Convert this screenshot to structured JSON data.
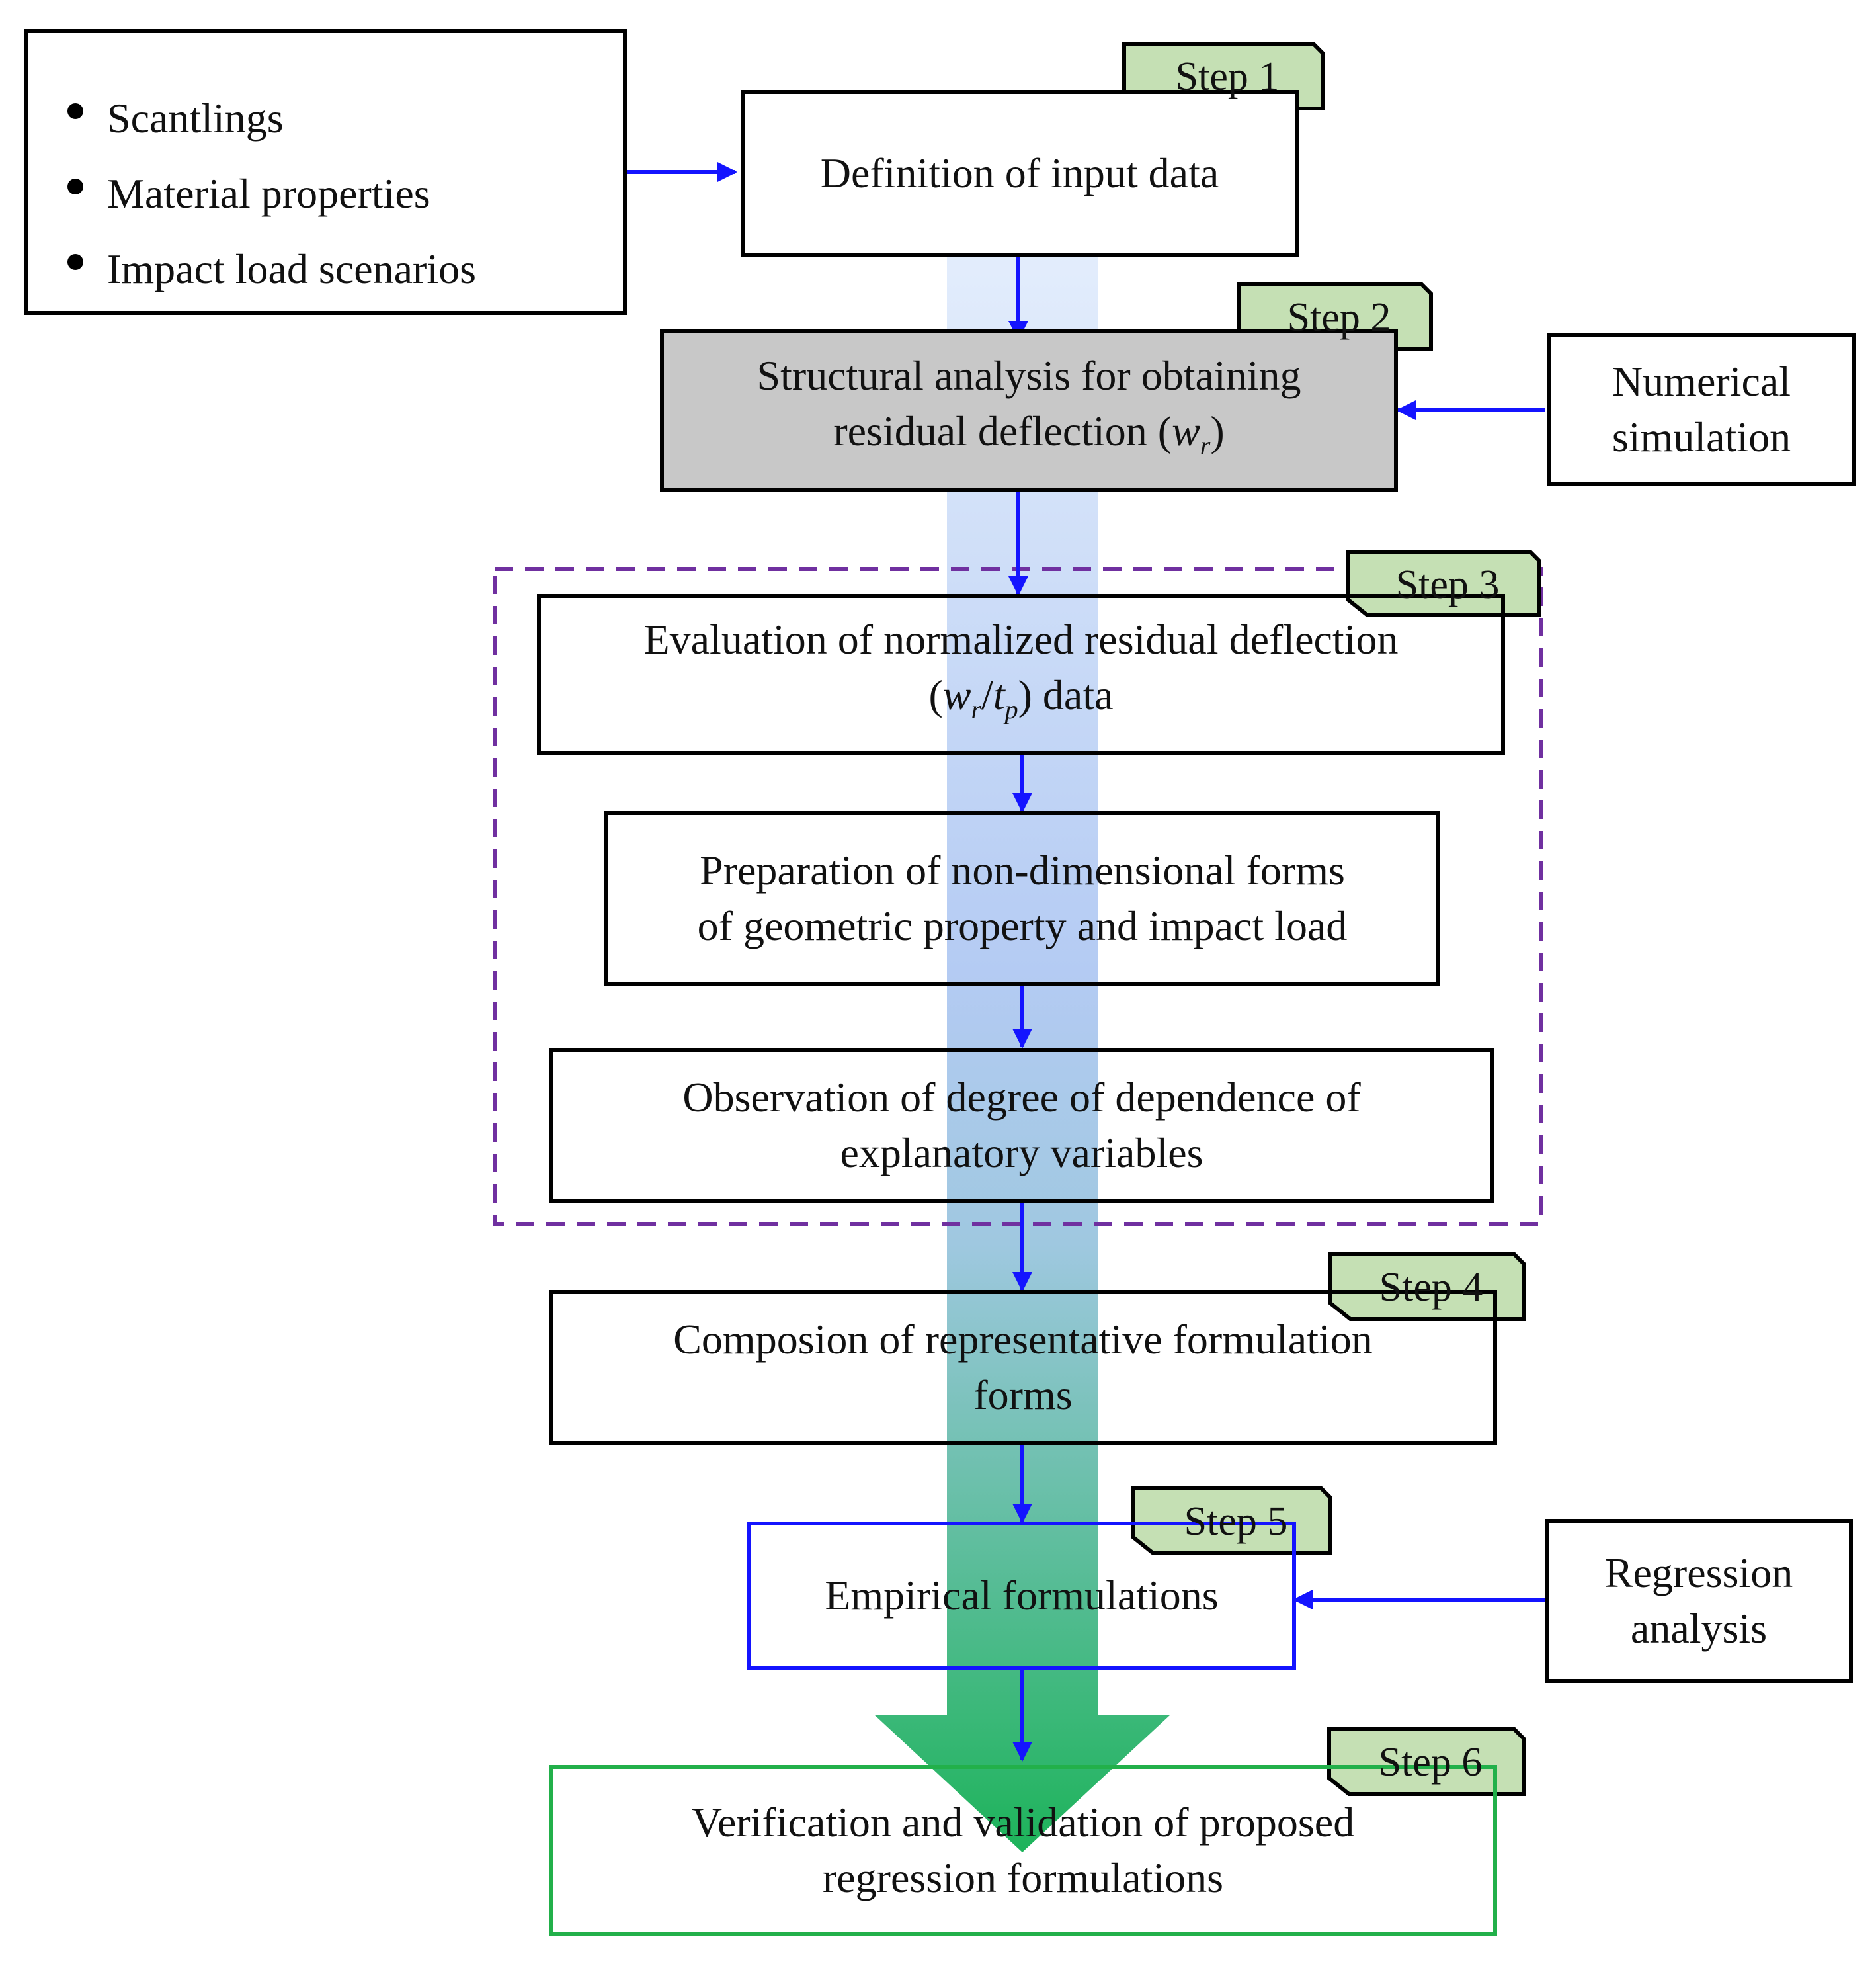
{
  "inputs": {
    "items": [
      "Scantlings",
      "Material properties",
      "Impact load scenarios"
    ]
  },
  "steps": {
    "s1": "Step 1",
    "s2": "Step 2",
    "s3": "Step 3",
    "s4": "Step 4",
    "s5": "Step 5",
    "s6": "Step 6"
  },
  "boxes": {
    "b1": "Definition of input data",
    "b2_l1": "Structural analysis for obtaining",
    "b2_l2_pre": "residual deflection  (",
    "b2_w": "w",
    "b2_r": "r",
    "b2_l2_post": ")",
    "b3_l1": "Evaluation of normalized residual deflection",
    "b3_open": "(",
    "b3_w": "w",
    "b3_r": "r",
    "b3_slash": "/",
    "b3_t": "t",
    "b3_p": "p",
    "b3_close": ")  data",
    "b4_l1": "Preparation of non-dimensional forms",
    "b4_l2": "of geometric  property and impact load",
    "b5_l1": "Observation of degree  of dependence of",
    "b5_l2": "explanatory variables",
    "b6_l1": "Composion of representative formulation",
    "b6_l2": "forms",
    "b7": "Empirical formulations",
    "b8_l1": "Verification and validation of proposed",
    "b8_l2": "regression formulations"
  },
  "side": {
    "numerical_l1": "Numerical",
    "numerical_l2": "simulation",
    "regression_l1": "Regression",
    "regression_l2": "analysis"
  },
  "colors": {
    "arrow": "#1414ff",
    "tag_fill": "#c5e0b4",
    "dashed_group": "#7030a0",
    "band_top": "#dfeafc",
    "band_mid": "#b5cdf2",
    "band_bottom": "#1db35a",
    "gray_box": "#c8c8c8",
    "green_border": "#22b04a"
  }
}
